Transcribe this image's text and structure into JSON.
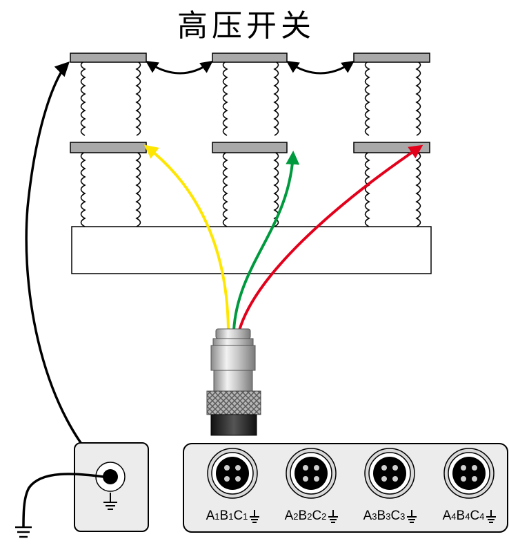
{
  "title": "高压开关",
  "ports": [
    {
      "letters": [
        "A",
        "B",
        "C"
      ],
      "index": "1"
    },
    {
      "letters": [
        "A",
        "B",
        "C"
      ],
      "index": "2"
    },
    {
      "letters": [
        "A",
        "B",
        "C"
      ],
      "index": "3"
    },
    {
      "letters": [
        "A",
        "B",
        "C"
      ],
      "index": "4"
    }
  ],
  "colors": {
    "plate": "#a9a9a9",
    "wire_yellow": "#ffe600",
    "wire_green": "#009a3e",
    "wire_red": "#e3001b",
    "wire_black": "#000000",
    "panel": "#ececec"
  },
  "icons": [
    "ground-icon",
    "arrow-icon",
    "aviation-connector-icon"
  ]
}
